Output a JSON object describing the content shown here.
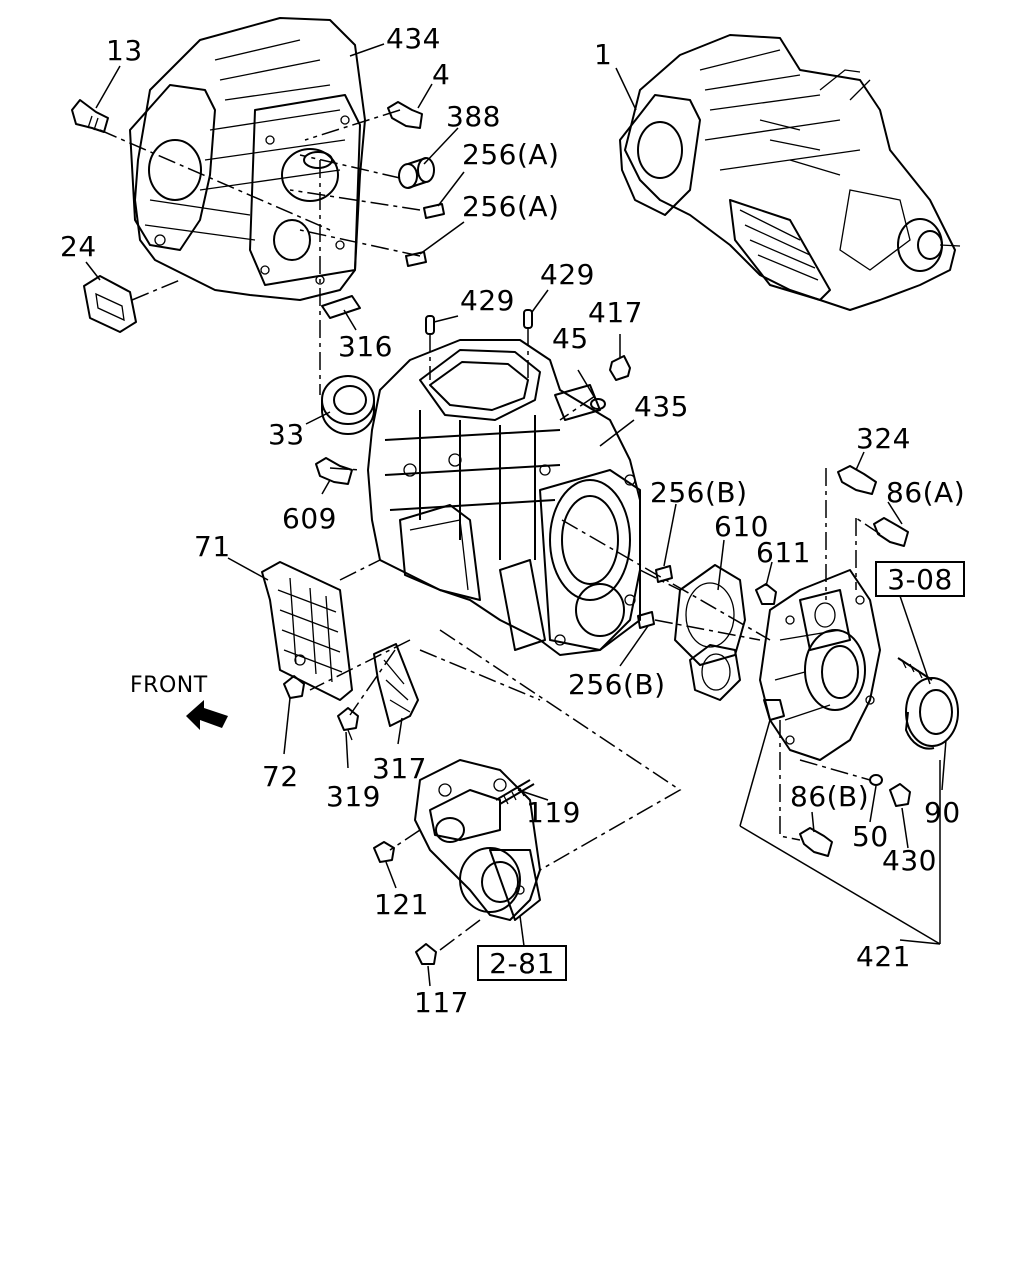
{
  "diagram": {
    "labels": {
      "p434": "434",
      "p13": "13",
      "p4": "4",
      "p388": "388",
      "p256a_1": "256(A)",
      "p256a_2": "256(A)",
      "p1": "1",
      "p24": "24",
      "p429_1": "429",
      "p429_2": "429",
      "p417": "417",
      "p45": "45",
      "p316": "316",
      "p435": "435",
      "p33": "33",
      "p324": "324",
      "p86a": "86(A)",
      "p609": "609",
      "p256b_1": "256(B)",
      "p610": "610",
      "p611": "611",
      "p71": "71",
      "p256b_2": "256(B)",
      "front": "FRONT",
      "p72": "72",
      "p319": "319",
      "p317": "317",
      "p119": "119",
      "p86b": "86(B)",
      "p50": "50",
      "p430": "430",
      "p90": "90",
      "p121": "121",
      "p421": "421",
      "p117": "117"
    },
    "references": {
      "ref_3_08": "3-08",
      "ref_2_81": "2-81"
    }
  }
}
